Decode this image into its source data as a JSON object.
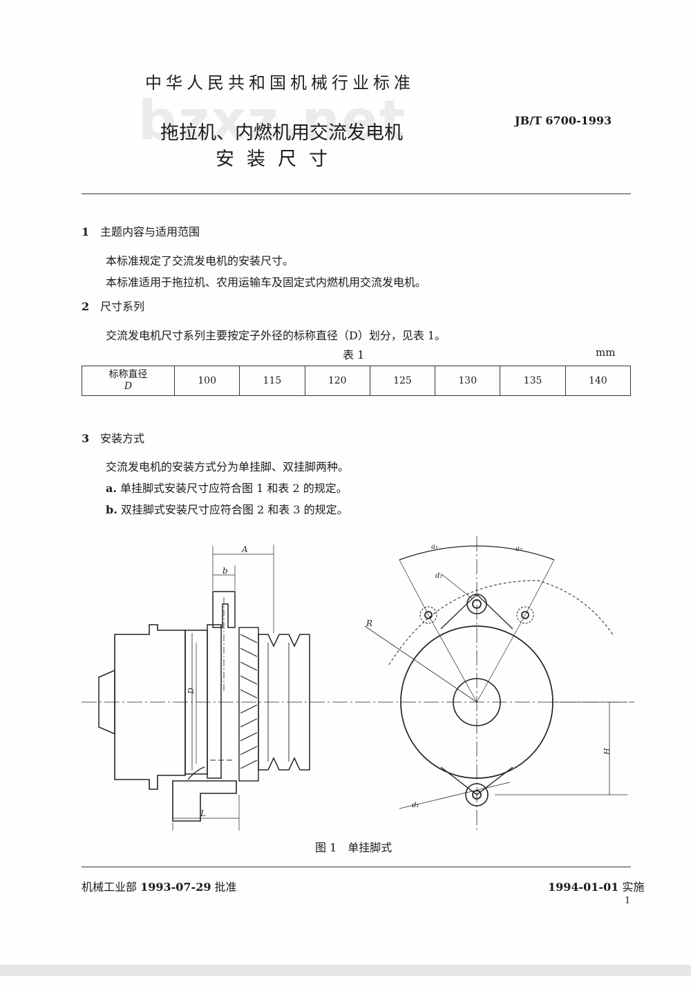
{
  "header": {
    "organization": "中华人民共和国机械行业标准",
    "watermark": "bzxz.net",
    "standard_code": "JB/T 6700-1993",
    "title_line1": "拖拉机、内燃机用交流发电机",
    "title_line2": "安装尺寸"
  },
  "section1": {
    "num": "1",
    "heading": "主题内容与适用范围",
    "p1": "本标准规定了交流发电机的安装尺寸。",
    "p2": "本标准适用于拖拉机、农用运输车及固定式内燃机用交流发电机。"
  },
  "section2": {
    "num": "2",
    "heading": "尺寸系列",
    "p1": "交流发电机尺寸系列主要按定子外径的标称直径（D）划分，见表 1。"
  },
  "table1": {
    "caption": "表 1",
    "unit": "mm",
    "header_line1": "标称直径",
    "header_line2": "D",
    "values": [
      "100",
      "115",
      "120",
      "125",
      "130",
      "135",
      "140"
    ]
  },
  "section3": {
    "num": "3",
    "heading": "安装方式",
    "p1": "交流发电机的安装方式分为单挂脚、双挂脚两种。",
    "a_mark": "a.",
    "a_text": "单挂脚式安装尺寸应符合图 1 和表 2 的规定。",
    "b_mark": "b.",
    "b_text": "双挂脚式安装尺寸应符合图 2 和表 3 的规定。"
  },
  "figure1": {
    "caption": "图 1　单挂脚式",
    "labels": {
      "A": "A",
      "b": "b",
      "D": "D",
      "L": "L",
      "R": "R",
      "a1": "a₁",
      "a2": "a₂",
      "d2": "d₂",
      "d1": "d₁",
      "H": "H"
    }
  },
  "footer": {
    "ministry": "机械工业部",
    "approve_date": "1993-07-29",
    "approve_label": "批准",
    "impl_date": "1994-01-01",
    "impl_label": "实施",
    "page_number": "1"
  }
}
